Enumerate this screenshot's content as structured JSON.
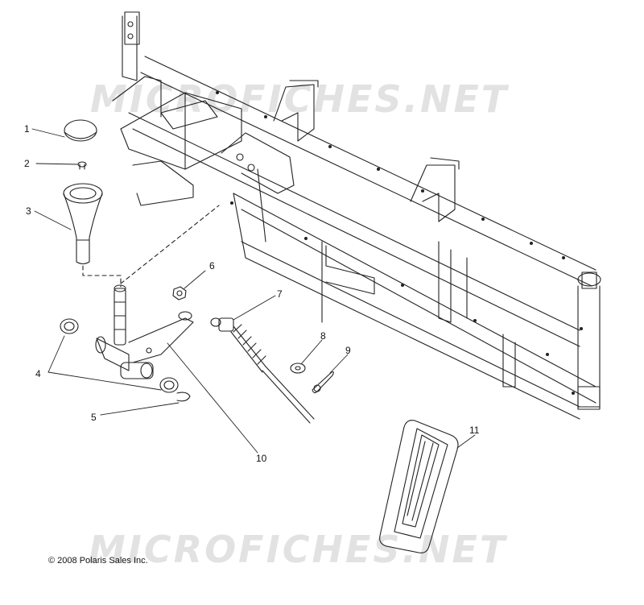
{
  "watermark": {
    "text": "MICROFICHES.NET"
  },
  "callouts": {
    "c1": "1",
    "c2": "2",
    "c3": "3",
    "c4": "4",
    "c5": "5",
    "c6": "6",
    "c7": "7",
    "c8": "8",
    "c9": "9",
    "c10": "10",
    "c11": "11"
  },
  "copyright": "© 2008 Polaris Sales Inc.",
  "colors": {
    "line": "#222222",
    "watermark": "#e2e2e2"
  }
}
